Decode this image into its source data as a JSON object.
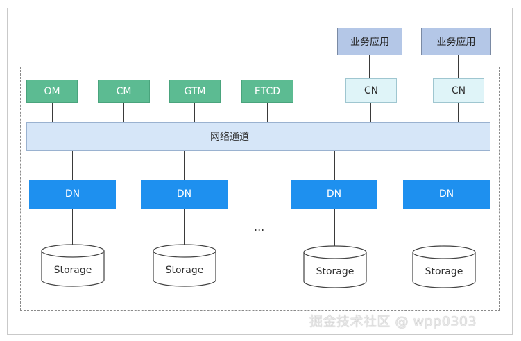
{
  "diagram": {
    "management_nodes": [
      {
        "label": "OM"
      },
      {
        "label": "CM"
      },
      {
        "label": "GTM"
      },
      {
        "label": "ETCD"
      }
    ],
    "applications": [
      {
        "label": "业务应用"
      },
      {
        "label": "业务应用"
      }
    ],
    "coordinator_nodes": [
      {
        "label": "CN"
      },
      {
        "label": "CN"
      }
    ],
    "network_channel": {
      "label": "网络通道"
    },
    "data_nodes": [
      {
        "label": "DN"
      },
      {
        "label": "DN"
      },
      {
        "label": "DN"
      },
      {
        "label": "DN"
      }
    ],
    "storage": [
      {
        "label": "Storage"
      },
      {
        "label": "Storage"
      },
      {
        "label": "Storage"
      },
      {
        "label": "Storage"
      }
    ],
    "ellipsis": "...",
    "watermark": "掘金技术社区 @ wpp0303"
  },
  "colors": {
    "management_node": "#5cbb92",
    "coordinator_node": "#dff4f8",
    "application": "#b4c7e7",
    "network_channel": "#d6e6f8",
    "data_node": "#1e90ef"
  }
}
